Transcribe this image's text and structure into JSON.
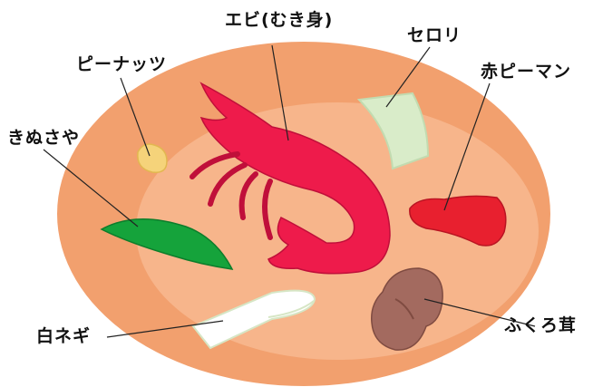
{
  "diagram": {
    "colors": {
      "plate_outer": "#f2a06e",
      "plate_inner": "#f7b58b",
      "shrimp": "#ee1b4b",
      "pepper": "#e8202f",
      "snow_pea": "#15a33b",
      "celery": "#d9ecc9",
      "peanut": "#f5d37a",
      "leek": "#ffffff",
      "mushroom": "#a36a5f",
      "leader_line": "#222222"
    },
    "labels": {
      "shrimp": "エビ(むき身)",
      "celery": "セロリ",
      "peanut": "ピーナッツ",
      "red_pepper": "赤ピーマン",
      "snow_pea": "きぬさや",
      "leek": "白ネギ",
      "mushroom": "ふくろ茸"
    }
  }
}
